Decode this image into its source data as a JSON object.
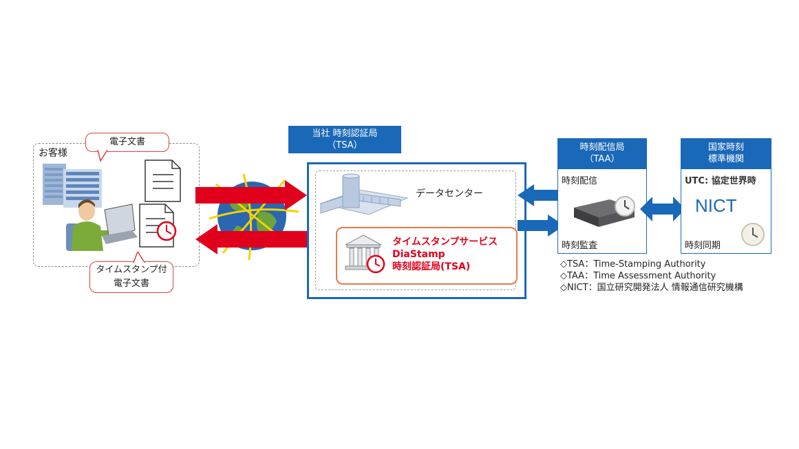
{
  "customer": {
    "title": "お客様",
    "doc_callout": "電子文書",
    "stamped_callout_line1": "タイムスタンプ付",
    "stamped_callout_line2": "電子文書"
  },
  "tsa_header": {
    "line1": "当社 時刻認証局",
    "line2": "（TSA）"
  },
  "datacenter_label": "データセンター",
  "service": {
    "line1": "タイムスタンプサービス",
    "line2": "DiaStamp",
    "line3": "時刻認証局(TSA)"
  },
  "taa": {
    "header_line1": "時刻配信局",
    "header_line2": "（TAA）",
    "delivery": "時刻配信",
    "audit": "時刻監査"
  },
  "nict": {
    "header_line1": "国家時刻",
    "header_line2": "標準機関",
    "utc": "UTC: 協定世界時",
    "logo": "NICT",
    "sync": "時刻同期"
  },
  "legend": [
    "◇TSA：Time-Stamping Authority",
    "◇TAA：Time Assessment Authority",
    "◇NICT：国立研究開発法人 情報通信研究機構"
  ],
  "colors": {
    "accent_blue": "#1a68b8",
    "arrow_red": "#e0001b",
    "callout_red": "#d9423f",
    "service_orange": "#e8764f"
  }
}
